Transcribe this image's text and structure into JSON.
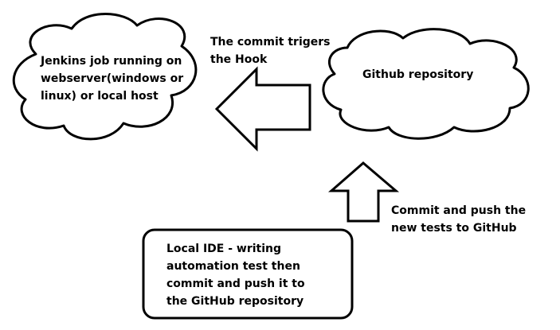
{
  "nodes": {
    "jenkins": {
      "lines": [
        "Jenkins job running on",
        "webserver(windows or",
        "linux) or local host"
      ]
    },
    "github": {
      "lines": [
        "Github repository"
      ]
    },
    "local_ide": {
      "lines": [
        "Local IDE - writing",
        "automation test then",
        "commit and push it to",
        "the GitHub repository"
      ]
    }
  },
  "edges": {
    "hook": {
      "lines": [
        "The commit trigers",
        "the Hook"
      ]
    },
    "push": {
      "lines": [
        "Commit and push the",
        "new tests to GitHub"
      ]
    }
  },
  "colors": {
    "stroke": "#000000",
    "fill": "#ffffff",
    "text": "#000000"
  }
}
